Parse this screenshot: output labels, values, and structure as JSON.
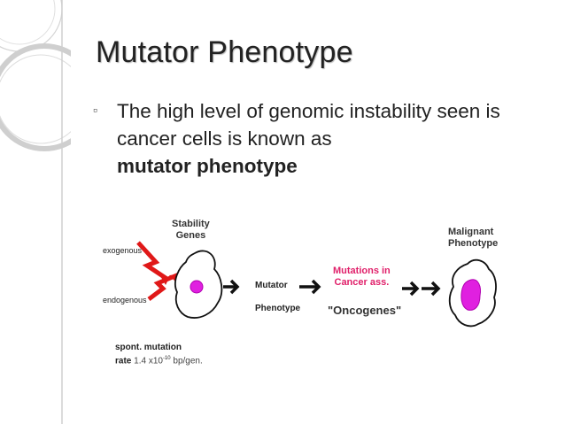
{
  "slide": {
    "title": "Mutator Phenotype",
    "bullet": {
      "text": "The high level of genomic instability seen is cancer cells is known as",
      "bold_text": "mutator phenotype"
    }
  },
  "diagram": {
    "stability_genes_line1": "Stability",
    "stability_genes_line2": "Genes",
    "exogenous": "exogenous",
    "endogenous": "endogenous",
    "mutator_line1": "Mutator",
    "mutator_line2": "Phenotype",
    "mutations_line1": "Mutations in",
    "mutations_line2": "Cancer ass.",
    "oncogenes": "\"Oncogenes\"",
    "malignant_line1": "Malignant",
    "malignant_line2": "Phenotype",
    "spont_line1": "spont. mutation",
    "spont_rate_prefix": "rate",
    "spont_rate_value": "1.4 x10",
    "spont_rate_exp": "-10",
    "spont_rate_unit": "bp/gen.",
    "colors": {
      "lightning": "#e01818",
      "mutations_text": "#e0206a",
      "nucleus": "#e020e0",
      "cell_outline": "#111111"
    }
  }
}
